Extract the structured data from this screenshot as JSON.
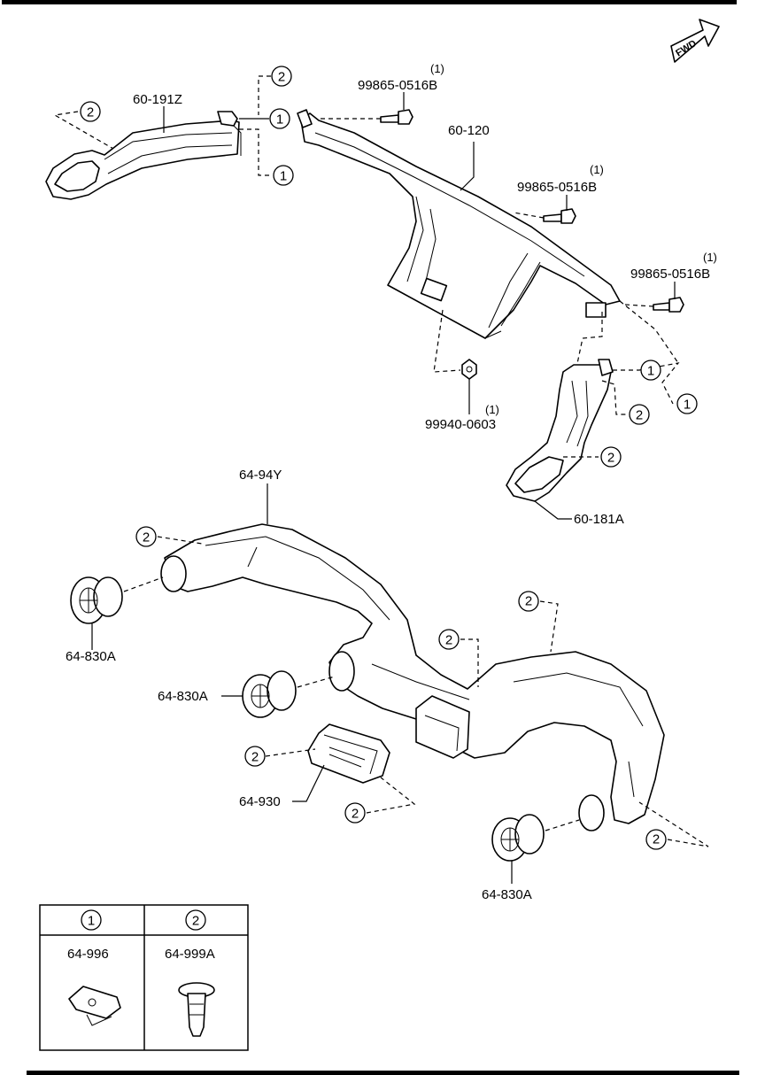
{
  "diagram": {
    "fwd_label": "FWD",
    "callouts": {
      "c1": "1",
      "c2": "2"
    },
    "parts": {
      "p60_191Z": "60-191Z",
      "p60_120": "60-120",
      "p60_181A": "60-181A",
      "p99865_a": "99865-0516B",
      "p99865_b": "99865-0516B",
      "p99865_c": "99865-0516B",
      "p99940": "99940-0603",
      "p64_94Y": "64-94Y",
      "p64_830A_1": "64-830A",
      "p64_830A_2": "64-830A",
      "p64_830A_3": "64-830A",
      "p64_930": "64-930"
    },
    "quantities": {
      "q1": "(1)"
    }
  },
  "legend": {
    "header_1": "1",
    "header_2": "2",
    "part_1": "64-996",
    "part_2": "64-999A"
  }
}
